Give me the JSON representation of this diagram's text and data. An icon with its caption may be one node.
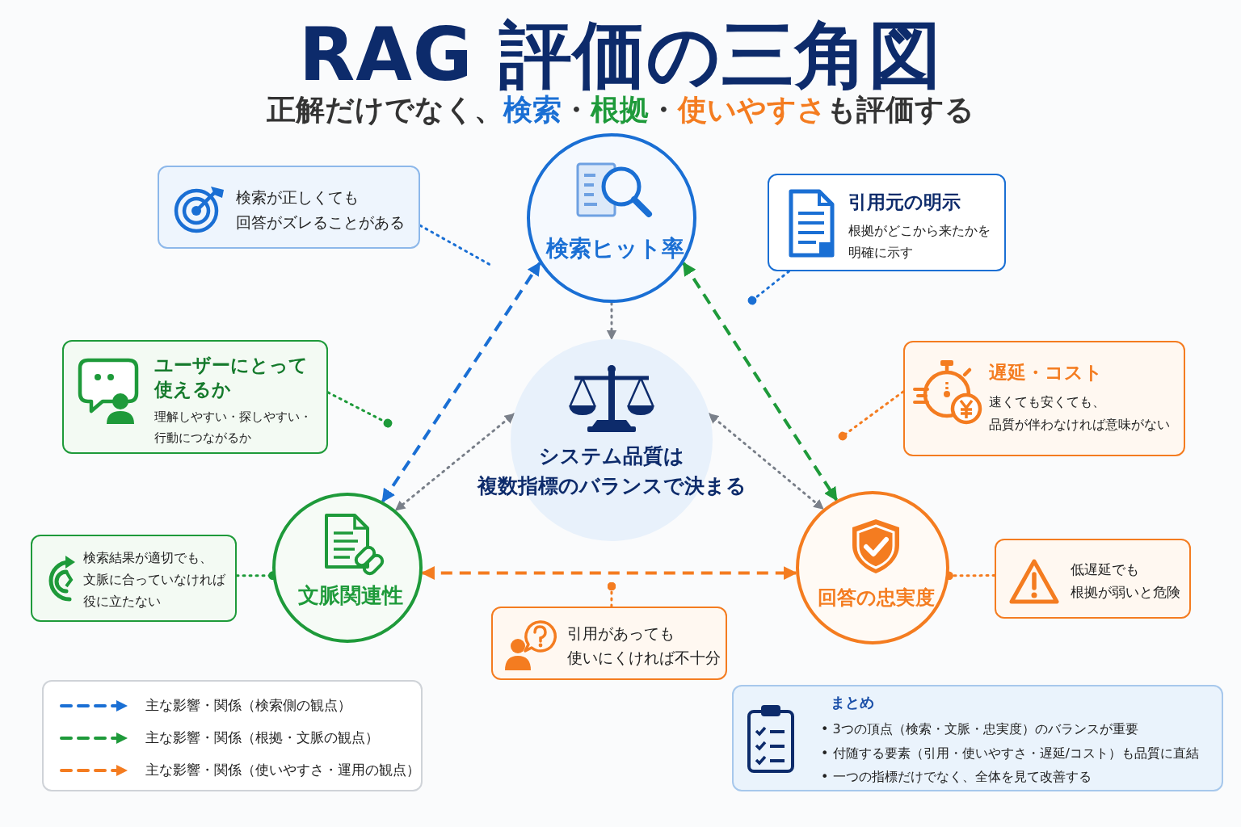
{
  "diagram": {
    "title": "RAG 評価の三角図",
    "nodes": [
      {
        "text": [
          "検索ヒット率"
        ]
      },
      {
        "text": [
          "文脈関連性"
        ]
      },
      {
        "text": [
          "回答の忠実度"
        ]
      },
      {
        "text": [
          "システム品質は複数指標のバランスで決まる"
        ]
      },
      {
        "text": [
          "検索が正しくても回答がズレることがある"
        ]
      },
      {
        "text": [
          "引用元の明示",
          "根拠がどこから来たかを明確に示す"
        ]
      },
      {
        "text": [
          "ユーザーにとって使えるか",
          "理解しやすい・探しやすい・行動につながるか"
        ]
      },
      {
        "text": [
          "遅延・コスト",
          "速くても安くても、品質が伴わなければ意味がない"
        ]
      },
      {
        "text": [
          "検索結果が適切でも、文脈に合っていなければ役に立たない"
        ]
      },
      {
        "text": [
          "引用があっても使いにくければ不十分"
        ]
      },
      {
        "text": [
          "低遅延でも根拠が弱いと危険"
        ]
      },
      {
        "text": [
          "まとめ",
          "• 3つの頂点（検索・文脈・忠実度）のバランスが重要",
          "• 付随する要素（引用・使いやすさ・遅延/コスト）も品質に直結",
          "• 一つの指標だけでなく、全体を見て改善する"
        ]
      }
    ],
    "edges": [
      {
        "from": 1,
        "to": 0,
        "arrow": "both",
        "style": "dashed",
        "color": "#1a6fd4"
      },
      {
        "from": 0,
        "to": 2,
        "arrow": "both",
        "style": "dashed",
        "color": "#1e9a3a"
      },
      {
        "from": 1,
        "to": 2,
        "arrow": "both",
        "style": "dashed",
        "color": "#f47c20"
      },
      {
        "from": 0,
        "to": 3,
        "arrow": "to",
        "color": "#7a808a"
      },
      {
        "from": 3,
        "to": 1,
        "arrow": "both",
        "color": "#7a808a"
      },
      {
        "from": 3,
        "to": 2,
        "arrow": "both",
        "color": "#7a808a"
      },
      {
        "from": 4,
        "to": null,
        "arrow": "none",
        "color": "#1a6fd4"
      },
      {
        "from": 5,
        "to": null,
        "arrow": "other",
        "color": "#1a6fd4"
      },
      {
        "from": 6,
        "to": null,
        "arrow": "other",
        "color": "#1e9a3a"
      },
      {
        "from": 7,
        "to": null,
        "arrow": "other",
        "color": "#f47c20"
      },
      {
        "from": 8,
        "to": 1,
        "arrow": "other",
        "color": "#1e9a3a"
      },
      {
        "from": 9,
        "to": null,
        "arrow": "other",
        "color": "#f47c20"
      },
      {
        "from": 10,
        "to": 2,
        "arrow": "other",
        "color": "#f47c20"
      }
    ],
    "labels": [
      "正解だけでなく、**検索**・**根拠**・**使いやすさ**も評価する"
    ],
    "legend": [
      {
        "text": "主な影響・関係（検索側の観点）"
      },
      {
        "text": "主な影響・関係（根拠・文脈の観点）"
      },
      {
        "text": "主な影響・関係（使いやすさ・運用の観点）"
      }
    ]
  }
}
